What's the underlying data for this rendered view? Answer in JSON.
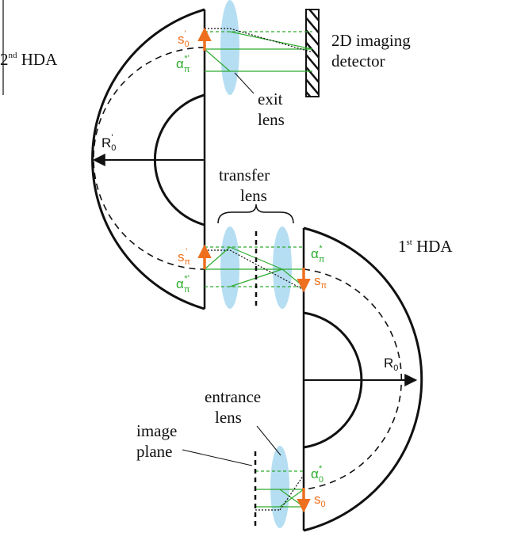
{
  "labels": {
    "hda2": "2nd HDA",
    "hda2_num": "2",
    "hda2_sup": "nd",
    "hda2_rest": " HDA",
    "hda1_num": "1",
    "hda1_sup": "st",
    "hda1_rest": " HDA",
    "detector_line1": "2D imaging",
    "detector_line2": "detector",
    "exit_line1": "exit",
    "exit_line2": "lens",
    "transfer_line1": "transfer",
    "transfer_line2": "lens",
    "entrance_line1": "entrance",
    "entrance_line2": "lens",
    "image_line1": "image",
    "image_line2": "plane"
  },
  "symbols": {
    "s0p_base": "s",
    "s0p_sub": "0",
    "s0p_prime": "'",
    "ap_top_base": "α",
    "ap_top_sub": "π",
    "ap_top_sup": "*'",
    "R0p_base": "R",
    "R0p_sub": "0",
    "R0p_prime": "'",
    "spip_base": "s",
    "spip_sub": "π",
    "spip_prime": "'",
    "ap_mid_left_base": "α",
    "ap_mid_left_sub": "π",
    "ap_mid_left_sup": "*'",
    "api_right_base": "α",
    "api_right_sub": "π",
    "api_right_sup": "*",
    "spi_base": "s",
    "spi_sub": "π",
    "R0_base": "R",
    "R0_sub": "0",
    "a0_base": "α",
    "a0_sub": "0",
    "a0_sup": "*",
    "s0_base": "s",
    "s0_sub": "0"
  },
  "colors": {
    "ray_green": "#2eab2e",
    "arrow_orange": "#ee6f1e",
    "lens_blue": "#a9d8f0",
    "ink": "#111111"
  }
}
